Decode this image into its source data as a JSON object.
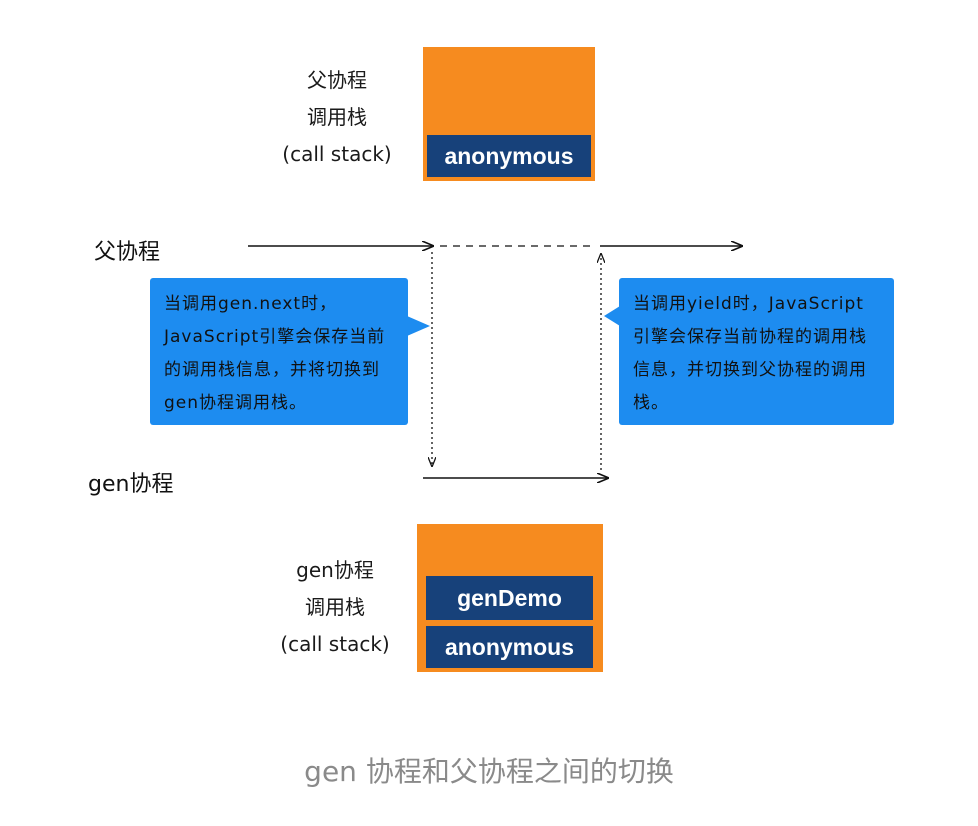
{
  "parent_stack": {
    "label_line1": "父协程",
    "label_line2": "调用栈",
    "label_line3": "(call stack)",
    "frames": [
      "anonymous"
    ]
  },
  "lanes": {
    "parent": "父协程",
    "gen": "gen协程"
  },
  "bubbles": {
    "left": "当调用gen.next时，JavaScript引擎会保存当前的调用栈信息，并将切换到gen协程调用栈。",
    "right": "当调用yield时，JavaScript引擎会保存当前协程的调用栈信息，并切换到父协程的调用栈。"
  },
  "gen_stack": {
    "label_line1": "gen协程",
    "label_line2": "调用栈",
    "label_line3": "(call stack)",
    "frames": [
      "genDemo",
      "anonymous"
    ]
  },
  "caption": "gen 协程和父协程之间的切换",
  "colors": {
    "stack_orange": "#f68b1f",
    "frame_navy": "#17417a",
    "bubble_blue": "#1d8cf0",
    "caption_gray": "#8a8a8a"
  }
}
